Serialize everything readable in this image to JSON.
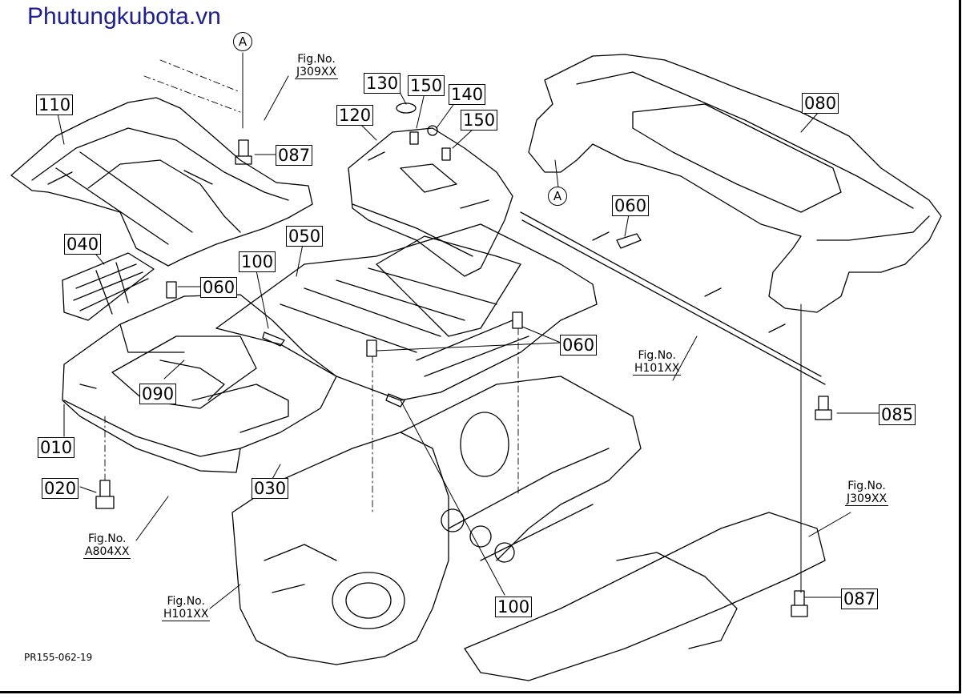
{
  "site": {
    "title": "Phutungkubota.vn",
    "color": "#20208a"
  },
  "drawing_code": "PR155-062-19",
  "reference_mark": "A",
  "parts": [
    {
      "id": "p110",
      "label": "110"
    },
    {
      "id": "p087a",
      "label": "087"
    },
    {
      "id": "p130",
      "label": "130"
    },
    {
      "id": "p150a",
      "label": "150"
    },
    {
      "id": "p140",
      "label": "140"
    },
    {
      "id": "p150b",
      "label": "150"
    },
    {
      "id": "p120",
      "label": "120"
    },
    {
      "id": "p080",
      "label": "080"
    },
    {
      "id": "p060a",
      "label": "060"
    },
    {
      "id": "p040",
      "label": "040"
    },
    {
      "id": "p050",
      "label": "050"
    },
    {
      "id": "p100a",
      "label": "100"
    },
    {
      "id": "p060b",
      "label": "060"
    },
    {
      "id": "p060c",
      "label": "060"
    },
    {
      "id": "p090",
      "label": "090"
    },
    {
      "id": "p010",
      "label": "010"
    },
    {
      "id": "p085",
      "label": "085"
    },
    {
      "id": "p020",
      "label": "020"
    },
    {
      "id": "p030",
      "label": "030"
    },
    {
      "id": "p100b",
      "label": "100"
    },
    {
      "id": "p087b",
      "label": "087"
    }
  ],
  "figure_refs": [
    {
      "id": "f1",
      "title": "Fig.No.",
      "number": "J309XX"
    },
    {
      "id": "f2",
      "title": "Fig.No.",
      "number": "H101XX"
    },
    {
      "id": "f3",
      "title": "Fig.No.",
      "number": "J309XX"
    },
    {
      "id": "f4",
      "title": "Fig.No.",
      "number": "A804XX"
    },
    {
      "id": "f5",
      "title": "Fig.No.",
      "number": "H101XX"
    }
  ]
}
